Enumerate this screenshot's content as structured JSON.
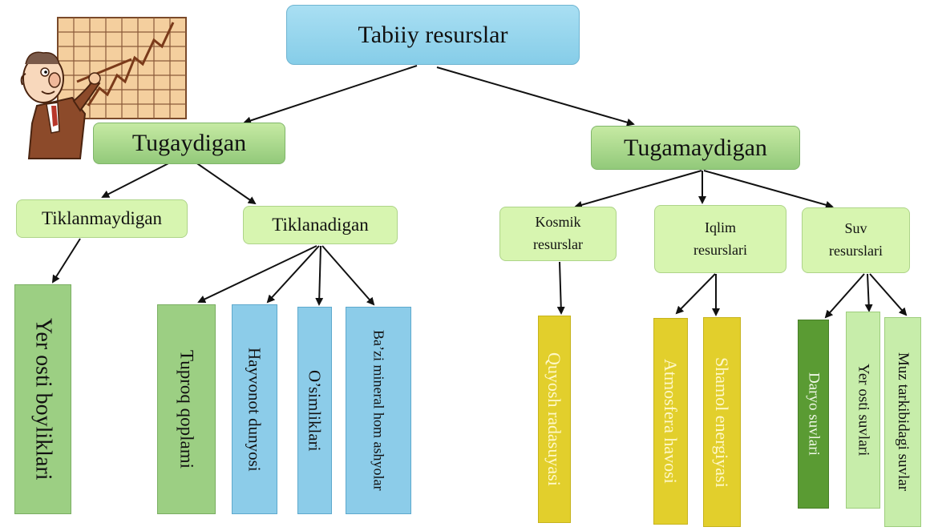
{
  "root": {
    "label": "Tabiiy resurslar"
  },
  "tugaydigan": {
    "label": "Tugaydigan",
    "tiklanmaydigan": {
      "label": "Tiklanmaydigan",
      "items": [
        "Yer osti boyliklari"
      ]
    },
    "tiklanadigan": {
      "label": "Tiklanadigan",
      "items": [
        "Tuproq qoplami",
        "Hayvonot dunyosi",
        "O’simliklari",
        "Ba’zi mineral hom ashyolar"
      ]
    }
  },
  "tugamaydigan": {
    "label": "Tugamaydigan",
    "kosmik": {
      "line1": "Kosmik",
      "line2": "resurslar",
      "items": [
        "Quyosh radasuyasi"
      ]
    },
    "iqlim": {
      "line1": "Iqlim",
      "line2": "resurslari",
      "items": [
        "Atmosfera havosi",
        "Shamol energiyasi"
      ]
    },
    "suv": {
      "line1": "Suv",
      "line2": "resurslari",
      "items": [
        "Daryo suvlari",
        "Yer osti suvlari",
        "Muz tarkibidagi suvlar"
      ]
    }
  },
  "colors": {
    "root": "#86cde8",
    "level1": "#92c97a",
    "level2": "#d7f5b0",
    "leaf_green": "#9ccf83",
    "leaf_blue": "#8ccce9",
    "leaf_yellow": "#e2cf2c",
    "leaf_dark_green": "#5a9b33",
    "leaf_light_green": "#c7edaa"
  },
  "icons": [
    "presenter-chart-illustration"
  ]
}
